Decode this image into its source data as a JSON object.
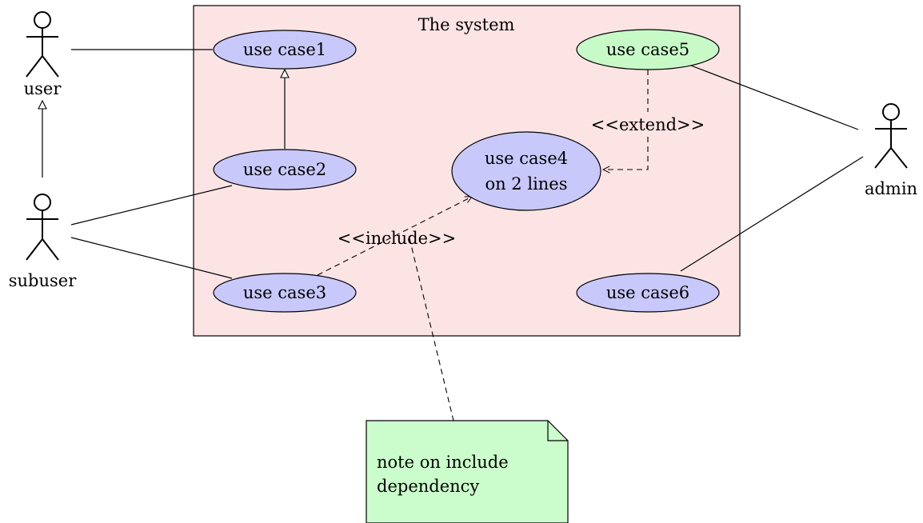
{
  "system": {
    "title": "The system"
  },
  "actors": {
    "user": "user",
    "subuser": "subuser",
    "admin": "admin"
  },
  "use_cases": {
    "uc1": "use case1",
    "uc2": "use case2",
    "uc3": "use case3",
    "uc4_line1": "use case4",
    "uc4_line2": "on 2 lines",
    "uc5": "use case5",
    "uc6": "use case6"
  },
  "relations": {
    "extend": "<<extend>>",
    "include": "<<include>>"
  },
  "note": {
    "line1": "note on include",
    "line2": "dependency"
  },
  "colors": {
    "system_fill": "#fde4e4",
    "use_case_fill": "#c8c8fa",
    "highlight_fill": "#c8fac8",
    "note_fill": "#cbfccb"
  }
}
